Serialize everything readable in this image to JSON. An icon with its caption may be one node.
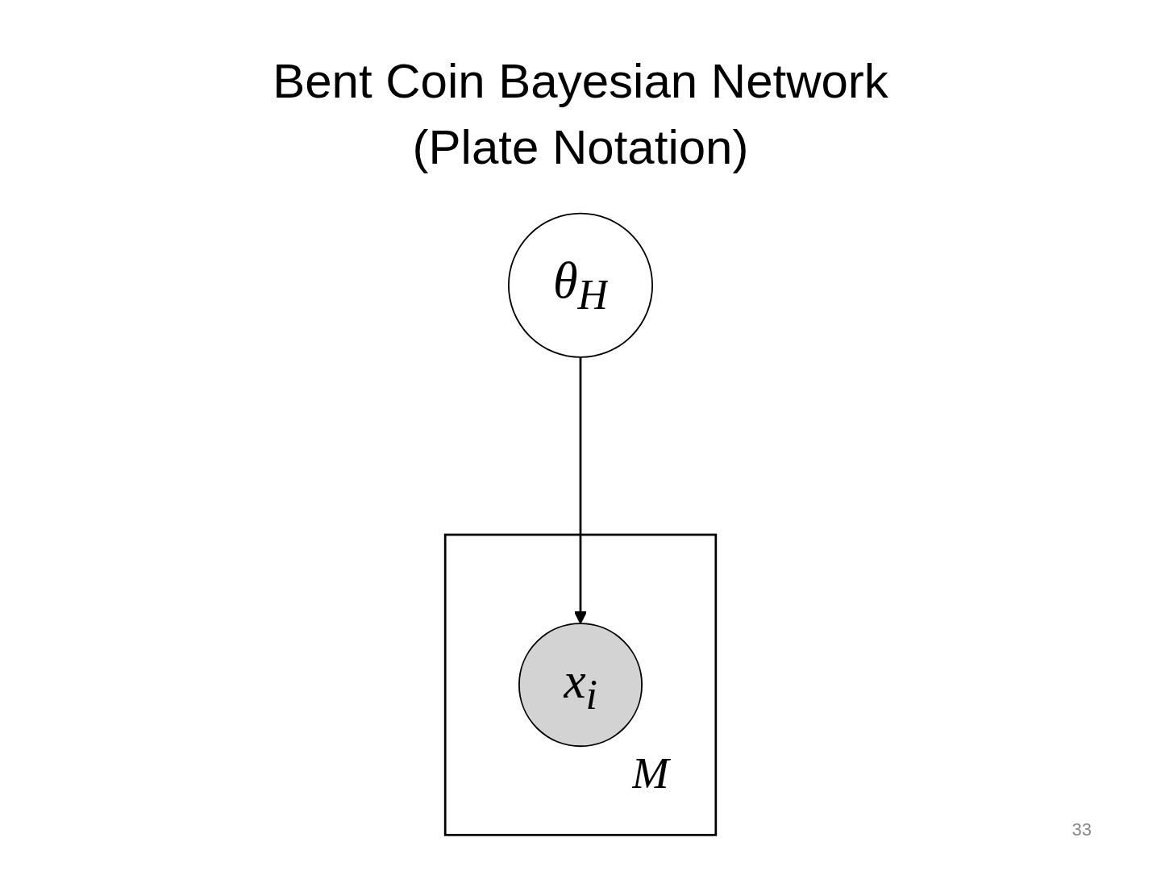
{
  "diagram": {
    "title": "Bent Coin Bayesian Network (Plate Notation)",
    "nodes": [
      {
        "text": [
          "θ$_{H}$"
        ]
      },
      {
        "text": [
          "M"
        ]
      },
      {
        "text": [
          "x$_{i}$"
        ],
        "in": 1
      }
    ],
    "edges": [
      {
        "from": 0,
        "to": 2,
        "arrow": "to"
      }
    ],
    "labels": [
      "33"
    ]
  }
}
